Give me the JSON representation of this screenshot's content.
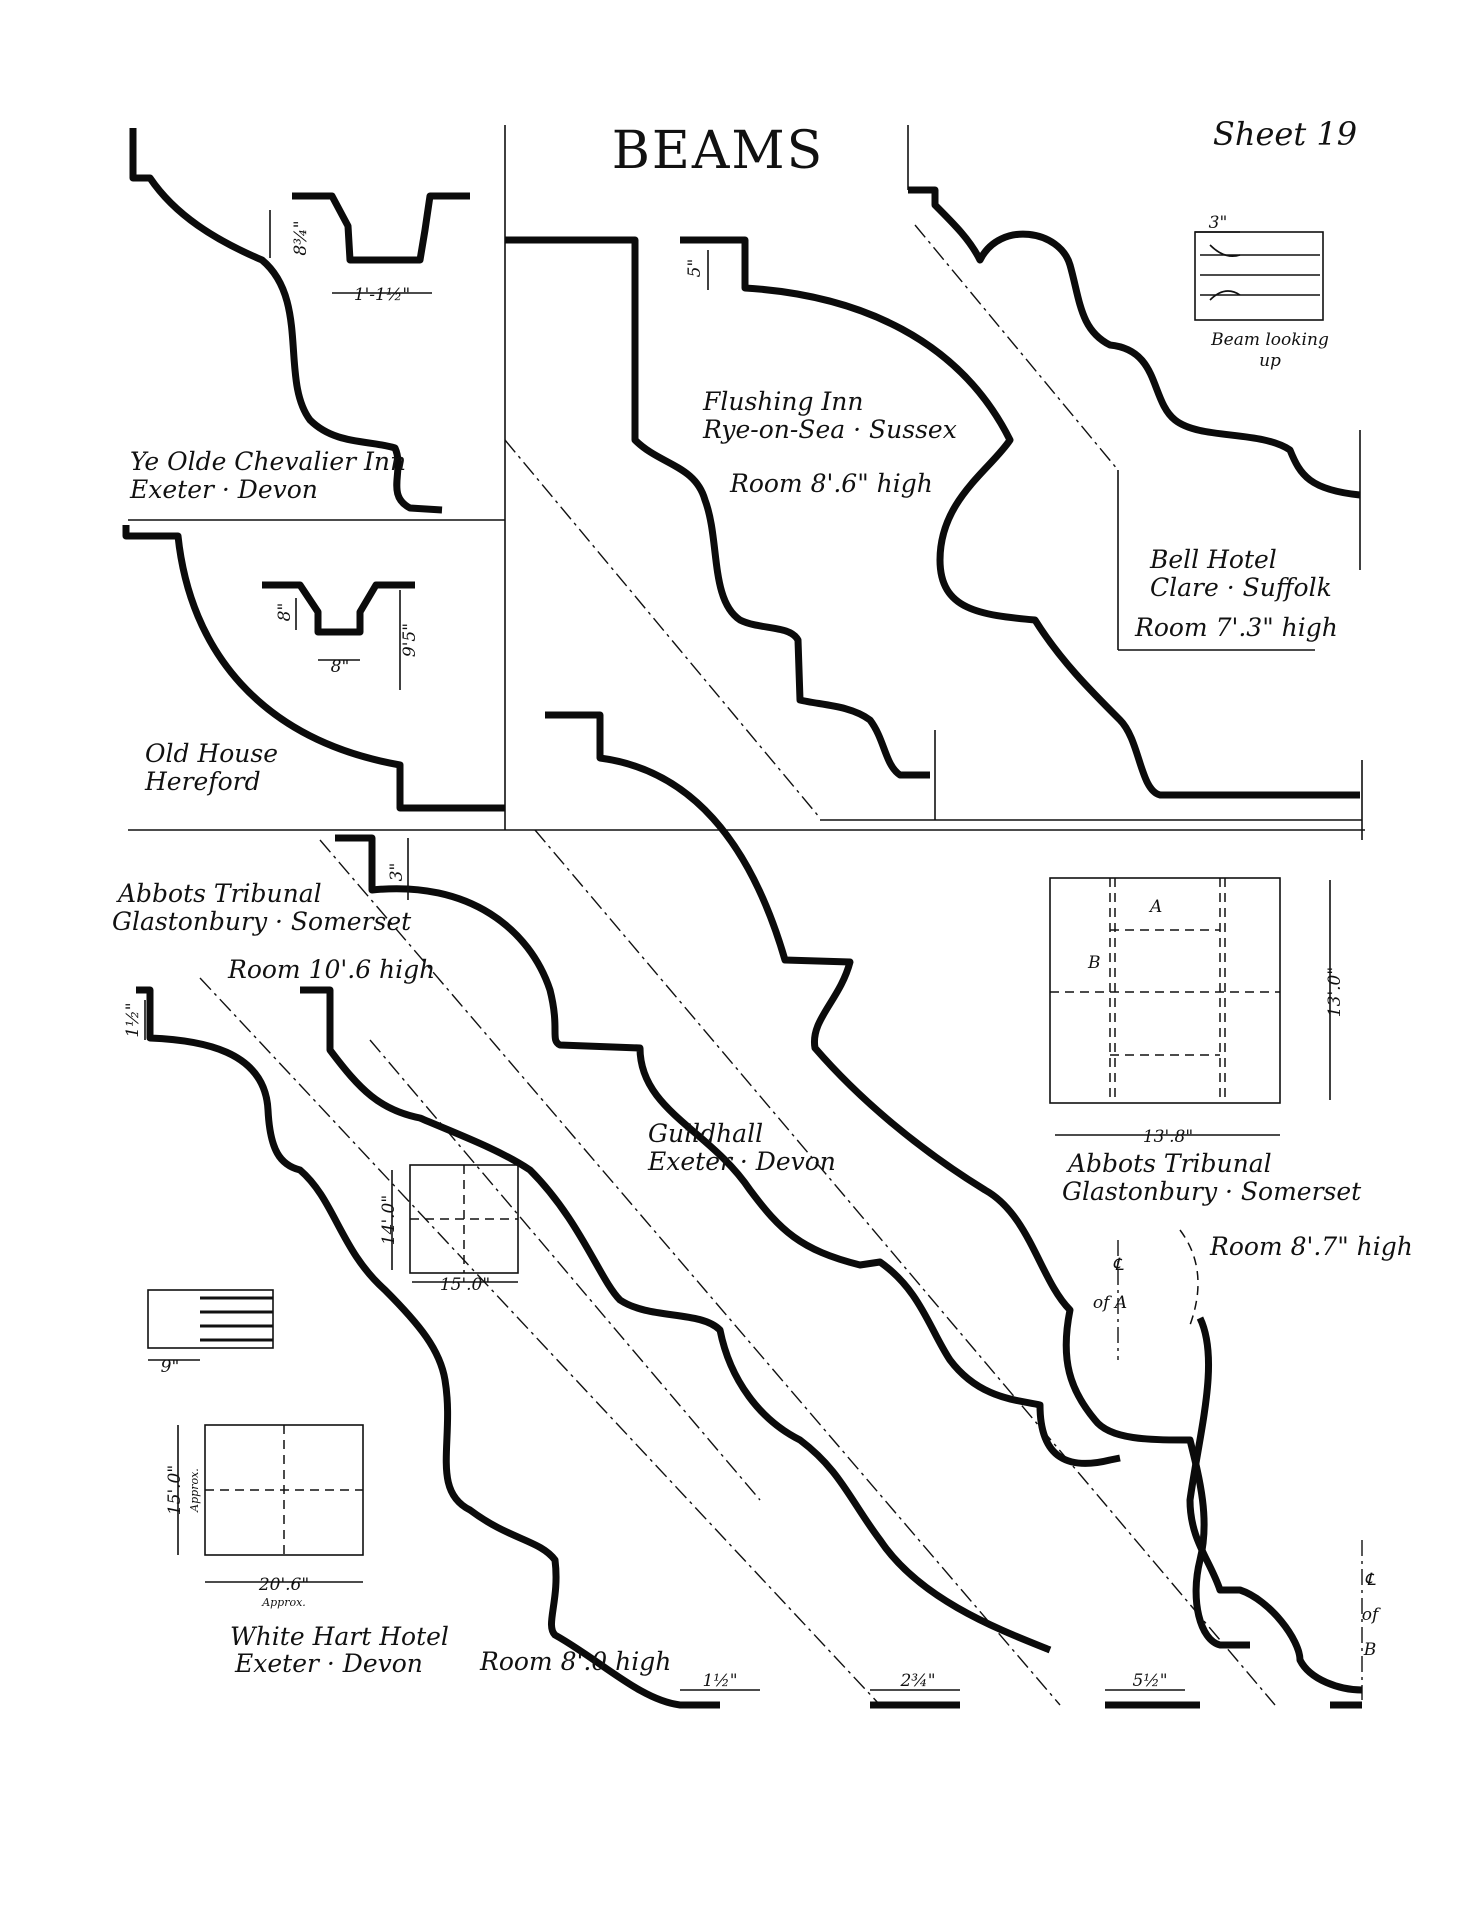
{
  "sheet": {
    "title": "BEAMS",
    "sheet_number": "Sheet 19"
  },
  "sections": {
    "chevalier": {
      "name": "Ye Olde Chevalier Inn",
      "place": "Exeter · Devon",
      "dim_depth": "8¾\"",
      "dim_width": "1'-1½\""
    },
    "old_house": {
      "name": "Old House",
      "place": "Hereford",
      "dim_depth": "8\"",
      "dim_width": "8\"",
      "dim_height": "9'5\""
    },
    "flushing": {
      "name": "Flushing Inn",
      "place": "Rye-on-Sea · Sussex",
      "room": "Room 8'.6\" high",
      "dim_step": "5\""
    },
    "bell": {
      "name": "Bell Hotel",
      "place": "Clare · Suffolk",
      "room": "Room 7'.3\" high",
      "detail_dim": "3\"",
      "detail_caption_1": "Beam looking",
      "detail_caption_2": "up"
    },
    "abbots_a": {
      "name": "Abbots Tribunal",
      "place": "Glastonbury · Somerset",
      "room": "Room 10'.6 high",
      "dim_step": "3\""
    },
    "abbots_b": {
      "name": "Abbots Tribunal",
      "place": "Glastonbury · Somerset",
      "room": "Room 8'.7\" high",
      "plan_width": "13'.8\"",
      "plan_height": "13'.0\"",
      "mark_a": "A",
      "mark_b": "B",
      "centre_a_1": "℄",
      "centre_a_2": "of A",
      "centre_b_1": "℄",
      "centre_b_2": "of",
      "centre_b_3": "B"
    },
    "guildhall": {
      "name": "Guildhall",
      "place": "Exeter · Devon",
      "plan_height": "14'.0\"",
      "plan_width": "15'.0\""
    },
    "white_hart": {
      "name": "White Hart Hotel",
      "place": "Exeter · Devon",
      "room": "Room 8'.0 high",
      "dim_step": "1½\"",
      "dim_9": "9\"",
      "plan_height": "15'.0\"",
      "plan_height_note": "Approx.",
      "plan_width": "20'.6\"",
      "plan_width_note": "Approx."
    },
    "bottom_dims": {
      "d1": "1½\"",
      "d2": "2¾\"",
      "d3": "5½\""
    }
  },
  "colors": {
    "ink": "#0b0b0b",
    "paper": "#ffffff"
  }
}
